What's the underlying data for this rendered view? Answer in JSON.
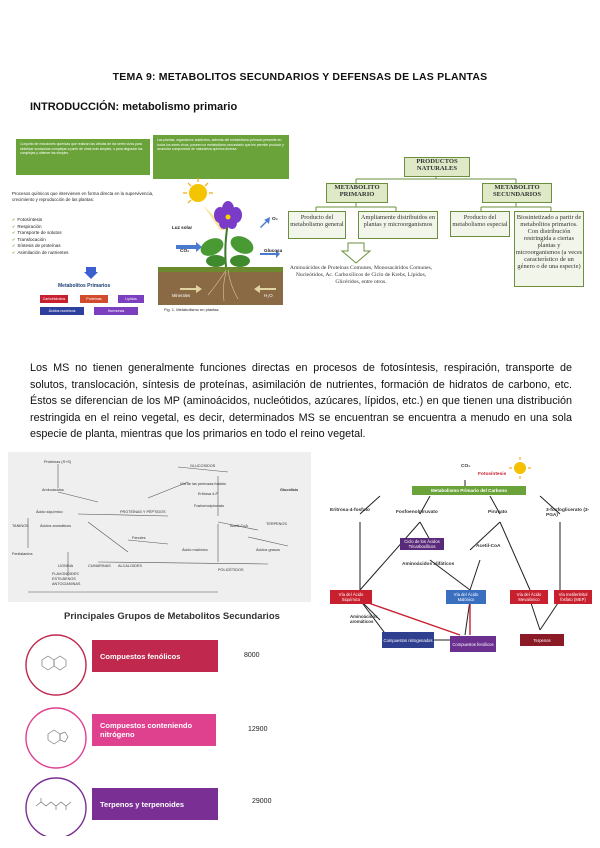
{
  "page": {
    "title": "TEMA 9: METABOLITOS SECUNDARIOS Y DEFENSAS DE LAS PLANTAS",
    "subtitle": "INTRODUCCIÓN: metabolismo primario",
    "paragraph": "Los MS no tienen generalmente funciones directas en procesos de fotosíntesis, respiración, transporte de solutos, translocación, síntesis de proteínas, asimilación de nutrientes, formación de hidratos de carbono, etc. Éstos se diferencian de los MP (aminoácidos, nucleótidos, azúcares, lípidos, etc.) en que tienen una distribución restringida en el reino vegetal, es decir, determinados MS se encuentran se encuentra a menudo en una sola especie de planta, mientras que los primarios en todo el reino vegetal."
  },
  "fig1": {
    "box1": "Conjunto de reacciones químicas que realizan las células de los seres vivos para sintetizar sustancias complejas a partir de otras más simples, o para degradar las complejas y obtener las simples.",
    "box2": "Las plantas, organismos autótrofos, además del metabolismo primario presente en todos los seres vivos, poseen un metabolismo secundario que les permite producir y acumular compuestos de naturaleza química diversa.",
    "intro": "Procesos químicos que intervienen en forma directa en la supervivencia, crecimiento y reproducción de las plantas:",
    "list": [
      "Fotosíntesis",
      "Respiración",
      "Transporte de solutos",
      "Translocación",
      "Síntesis de proteínas",
      "Asimilación de nutrientes"
    ],
    "mp_title": "Metabolitos Primarios",
    "chips": [
      "Carbohidratos",
      "Proteínas",
      "Lípidos",
      "Ácidos nucleicos",
      "Hormonas"
    ],
    "luz_solar": "Luz solar",
    "o2": "O₂",
    "co2": "CO₂",
    "glucosa": "Glucosa",
    "minerales": "Minerales",
    "h2o": "H₂O",
    "caption": "Fig. 1. Metabolismo en plantas."
  },
  "fig2": {
    "top": "PRODUCTOS NATURALES",
    "left_head": "METABOLITO PRIMARIO",
    "right_head": "METABOLITO SECUNDARIOS",
    "left_a": "Producto del metabolismo general",
    "left_b": "Ampliamente distribuidos en plantas y microorganismos",
    "right_a": "Producto del metabolismo especial",
    "right_b": "Biosintetizado a partir de metabolitos primarios. Con distribución restringida a ciertas plantas y microorganismos (a veces característico de un género o de una especie)",
    "bottom": "Aminoácidos de Proteínas Comunes, Monosacáridos Comunes, Nucleótidos, Ac. Carboxílicos de Ciclo de Krebs, Lípidos, Glicéridos, entre otros."
  },
  "fig3": {
    "labels": [
      "Proteínas (S+S)",
      "Aminoácidos",
      "GLUCOSIDOS",
      "Vía de las pentosas fosfato",
      "Eritrosa 4-P",
      "Glucólisis",
      "Fosfoenolpiruvato",
      "Ácido siquímico",
      "PROTEÍNAS Y PÉPTIDOS",
      "Acetil-CoA",
      "TERPENOS",
      "TANINOS",
      "Ácidos aromáticos",
      "Fenilalanina",
      "Fenoles",
      "Ácido malónico",
      "Ácidos grasos",
      "LIGNINA",
      "CUMARINAS",
      "ALCALOIDES",
      "POLICÉTIDOS",
      "FLAVONOIDES",
      "ESTILBENOS",
      "ANTOCIANINAS"
    ]
  },
  "fig4": {
    "co2": "CO₂",
    "fotosintesis": "Fotosíntesis",
    "top": "Metabolismo Primario del Carbono",
    "eritrosa": "Eritrosa-4-fosfato",
    "fosfo": "Fosfoenolpiruvato",
    "piruvato": "Piruvato",
    "fosfoglicerato": "3-fosfoglicerato (3-PGA)",
    "ciclo": "Ciclo de los Ácidos Tricarboxílicos",
    "acetil": "Acetil-CoA",
    "amino_alif": "Aminoácidos alifáticos",
    "siquimico": "Vía del Ácido Siquímico",
    "malonico": "Vía del Ácido Malónico",
    "mevalonico": "Vía del Ácido Mevalónico",
    "mep": "Vía metileritritol fosfato (MEP)",
    "amino_arom": "Aminoácidos aromáticos",
    "nitrogenados": "Compuestos nitrogenados",
    "fenolicos": "Compuestos fenólicos",
    "terpenos": "Terpenos"
  },
  "fig5": {
    "title": "Principales Grupos de Metabolitos Secundarios",
    "groups": [
      {
        "label": "Compuestos fenólicos",
        "count": "8000",
        "color": "#c0284e"
      },
      {
        "label": "Compuestos conteniendo nitrógeno",
        "count": "12900",
        "color": "#e0418f"
      },
      {
        "label": "Terpenos y terpenoides",
        "count": "29000",
        "color": "#7a2f94"
      }
    ]
  },
  "colors": {
    "green": "#6aa33a",
    "red": "#c8202e",
    "blue": "#3a6fc0",
    "purple": "#6b2f8f",
    "maroon": "#8a1a26"
  }
}
